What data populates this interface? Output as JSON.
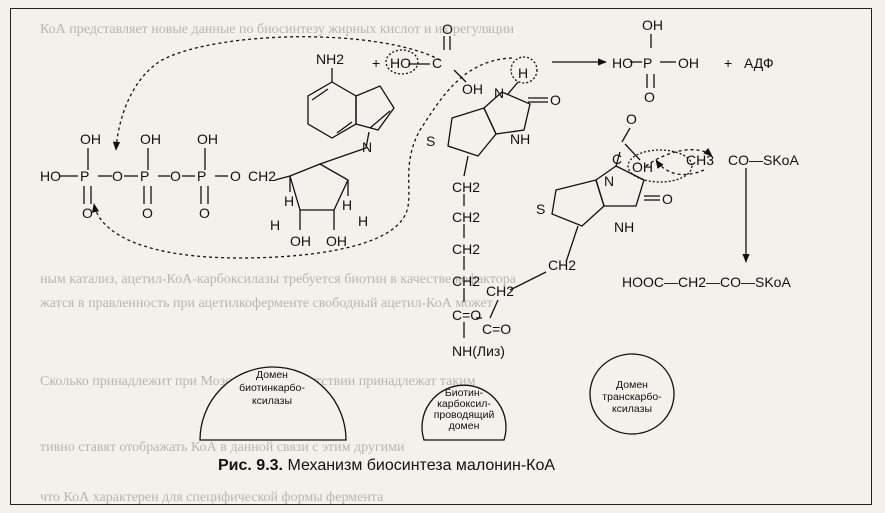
{
  "figure": {
    "caption_label": "Рис. 9.3.",
    "caption_text": "Механизм биосинтеза малонин-КоА"
  },
  "labels": {
    "nh2": "NH2",
    "plus1": "+",
    "ho": "HO",
    "c": "C",
    "oh": "OH",
    "o": "O",
    "plus2": "+",
    "adf": "АДФ",
    "p": "P",
    "h": "H",
    "n": "N",
    "nh": "NH",
    "s": "S",
    "ch2": "CH2",
    "ch3": "CH3",
    "co_skoa": "CO—SKoA",
    "hooc": "HOOC—CH2—CO—SKoA",
    "nh_liz": "NH(Лиз)",
    "co": "C=O",
    "c_o_h": "H"
  },
  "domains": {
    "biotin_carboxylase": [
      "Домен",
      "биотинкарбо-",
      "ксилазы"
    ],
    "bccp": [
      "Биотин-",
      "карбоксил-",
      "проводящий",
      "домен"
    ],
    "transcarboxylase": [
      "Домен",
      "транскарбо-",
      "ксилазы"
    ]
  }
}
